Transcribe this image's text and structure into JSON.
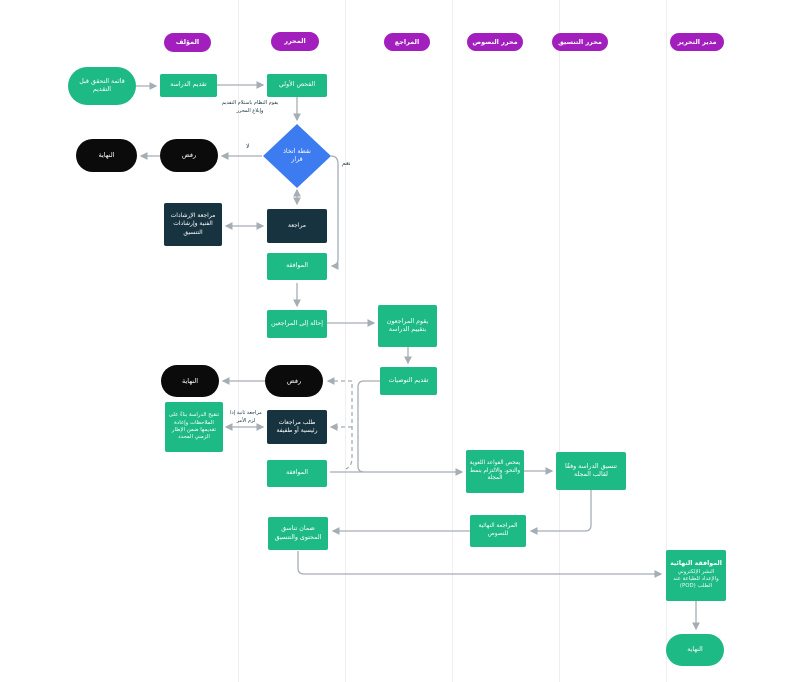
{
  "title": "Editorial publishing workflow (swimlane flowchart)",
  "lanes": [
    {
      "label": "المؤلف"
    },
    {
      "label": "المحرر"
    },
    {
      "label": "المراجع"
    },
    {
      "label": "محرر النصوص"
    },
    {
      "label": "محرر التنسيق"
    },
    {
      "label": "مدير التحرير"
    }
  ],
  "nodes": {
    "checklist": {
      "label": "قائمة التحقق قبل التقديم"
    },
    "submit_study": {
      "label": "تقديم الدراسة"
    },
    "initial_screening": {
      "label": "الفحص الأولي"
    },
    "decision_point": {
      "label": "نقطة اتخاذ قرار"
    },
    "reject_1": {
      "label": "رفض"
    },
    "end_1": {
      "label": "النهاية"
    },
    "guidelines_review": {
      "label": "مراجعة الإرشادات الفنية وإرشادات التنسيق"
    },
    "review": {
      "label": "مراجعة"
    },
    "approval_1": {
      "label": "الموافقة"
    },
    "referral_to_reviewers": {
      "label": "إحالة إلى المراجعين"
    },
    "reviewers_evaluate": {
      "label": "يقوم المراجعون بتقييم الدراسة"
    },
    "submit_recommendations": {
      "label": "تقديم التوصيات"
    },
    "reject_2": {
      "label": "رفض"
    },
    "end_2": {
      "label": "النهاية"
    },
    "revise_study": {
      "label": "تنقيح الدراسة بناءً على الملاحظات وإعادة تقديمها ضمن الإطار الزمني المحدد"
    },
    "request_revisions": {
      "label": "طلب مراجعات رئيسية أو طفيفة"
    },
    "approval_2": {
      "label": "الموافقة"
    },
    "grammar_check": {
      "label": "يفحص القواعد اللغوية والنحو، والالتزام بنمط المجلة"
    },
    "format_study": {
      "label": "تنسيق الدراسة وفقًا لقالب المجلة"
    },
    "final_proofread": {
      "label": "المراجعة النهائية للنصوص"
    },
    "consistency_check": {
      "label": "ضمان تناسق المحتوى والتنسيق"
    },
    "final_approval": {
      "title": "الموافقة النهائية",
      "body": "النشر الإلكتروني والإعداد للطباعة عند الطلب (POD)"
    },
    "end_3": {
      "label": "النهاية"
    }
  },
  "edge_labels": {
    "no": "لا",
    "yes": "نعم"
  },
  "annotations": {
    "system_receives": "يقوم النظام باستلام التقديم وإبلاغ المحرر",
    "second_review": "مراجعة ثانية إذا لزم الأمر"
  },
  "colors": {
    "lane_header": "#A21FBE",
    "process_green": "#1DBA85",
    "dark_navy": "#17333F",
    "decision_blue": "#3D7BF0",
    "terminal_black": "#0B0B0B",
    "connector_gray": "#A6AEB5"
  }
}
